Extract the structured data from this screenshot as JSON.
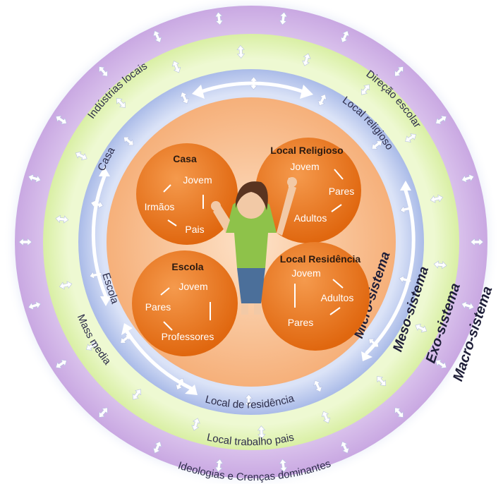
{
  "colors": {
    "macro": "#ddc7ee",
    "exo": "#e8f7c6",
    "meso": "#cdd7f3",
    "micro": "#fbcaa0",
    "bubble": "#ee7a24",
    "arrow": "#ffffff"
  },
  "rings": {
    "macro": {
      "label": "Macro-sistema",
      "texts": [
        "Ideologias e Crenças dominantes"
      ]
    },
    "exo": {
      "label": "Exo-sistema",
      "texts": [
        "Indústrias locais",
        "Direção escolar",
        "Mass media",
        "Local trabalho pais"
      ]
    },
    "meso": {
      "label": "Meso-sistema",
      "texts": [
        "Casa",
        "Local religioso",
        "Escola",
        "Local de residência"
      ]
    },
    "micro": {
      "label": "Micro-sistema"
    }
  },
  "bubbles": [
    {
      "id": "casa",
      "title": "Casa",
      "items": [
        "Jovem",
        "Irmãos",
        "Pais"
      ]
    },
    {
      "id": "religioso",
      "title": "Local Religioso",
      "items": [
        "Jovem",
        "Pares",
        "Adultos"
      ]
    },
    {
      "id": "escola",
      "title": "Escola",
      "items": [
        "Jovem",
        "Pares",
        "Professores"
      ]
    },
    {
      "id": "residencia",
      "title": "Local Residência",
      "items": [
        "Jovem",
        "Adultos",
        "Pares"
      ]
    }
  ],
  "center_figure": {
    "icon": "young-person-thumbs-up-icon"
  }
}
